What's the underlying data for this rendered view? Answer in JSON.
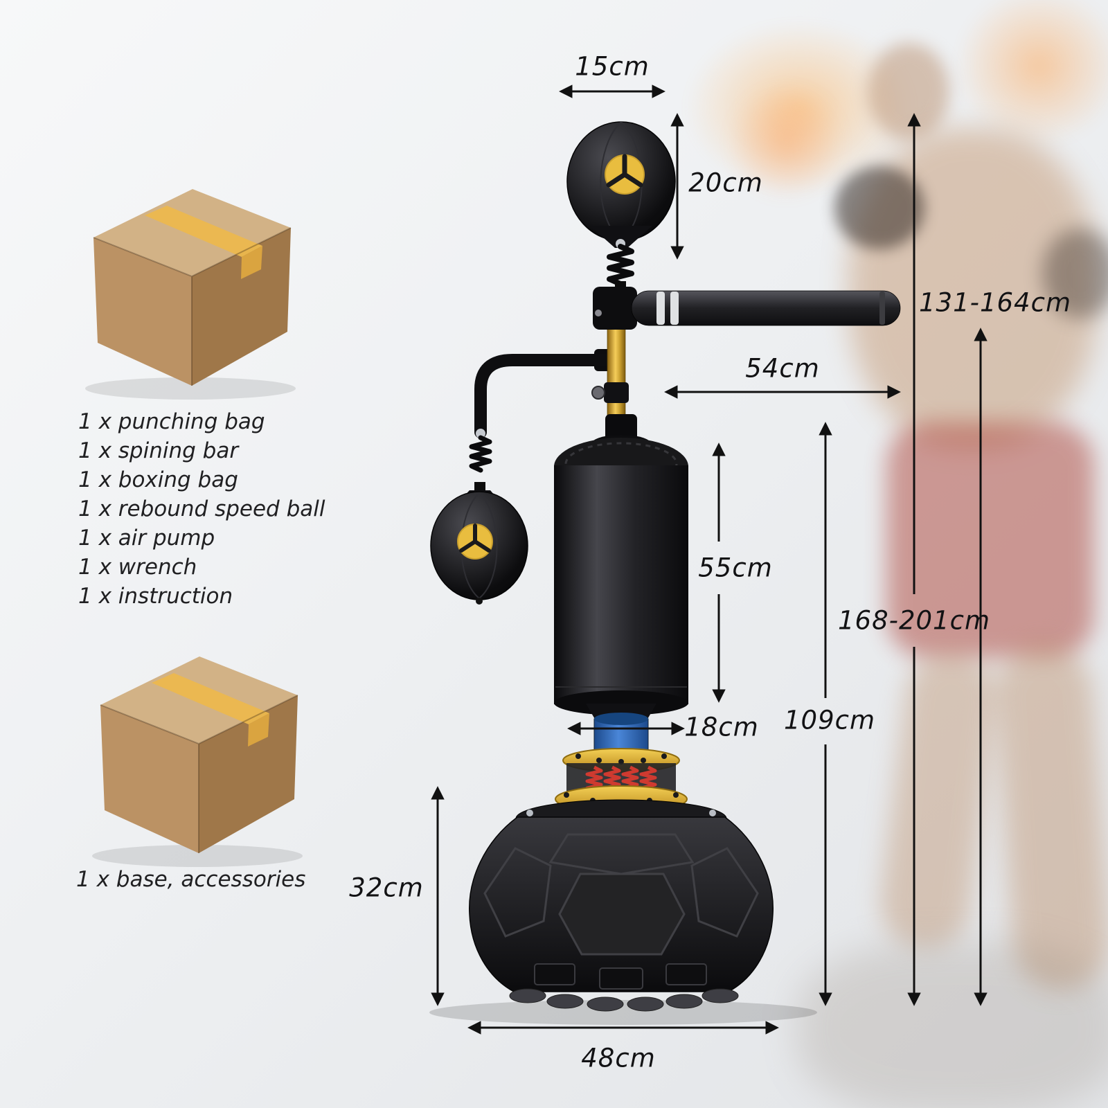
{
  "packing": {
    "box1_items": [
      "1 x punching bag",
      "1 x spining bar",
      "1 x boxing bag",
      "1 x rebound speed ball",
      "1 x air pump",
      "1 x wrench",
      "1 x instruction"
    ],
    "box2_label": "1 x base, accessories"
  },
  "dimensions": {
    "top_ball_width": "15cm",
    "top_ball_height": "20cm",
    "bar_height_range": "131-164cm",
    "bar_length": "54cm",
    "bag_height": "55cm",
    "total_height_range": "168-201cm",
    "connector_width": "18cm",
    "bag_top_height": "109cm",
    "base_height": "32cm",
    "base_width": "48cm"
  },
  "colors": {
    "accent_gold": "#e9bd3f",
    "spring_red": "#cf3a30",
    "connector_blue": "#2f6bbf",
    "product_black": "#141416",
    "cardboard": "#bb9264",
    "tape_yellow": "#ecb84e",
    "text": "#1c1c1e"
  }
}
